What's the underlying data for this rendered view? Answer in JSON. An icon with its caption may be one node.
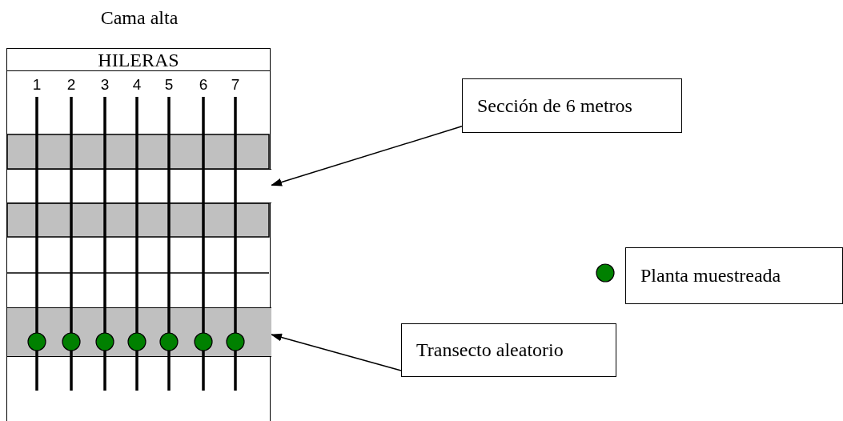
{
  "diagram": {
    "nodes": [
      {
        "text": [
          "Cama alta",
          "HILERAS"
        ]
      },
      {
        "text": [],
        "shape": "box",
        "in": 0
      },
      {
        "text": [],
        "shape": "bar",
        "in": 0
      },
      {
        "text": [
          "Sección de 6 metros"
        ]
      },
      {
        "text": [
          "Transecto aleatorio"
        ]
      }
    ],
    "edges": [
      {
        "from": 3,
        "to": 1,
        "arrow": "to"
      },
      {
        "from": 4,
        "to": 2,
        "arrow": "to"
      }
    ],
    "labels": [
      "1",
      "2",
      "3",
      "4",
      "5",
      "6",
      "7"
    ],
    "legend": [
      {
        "text": "Planta muestreada",
        "color": "#008000"
      }
    ]
  }
}
